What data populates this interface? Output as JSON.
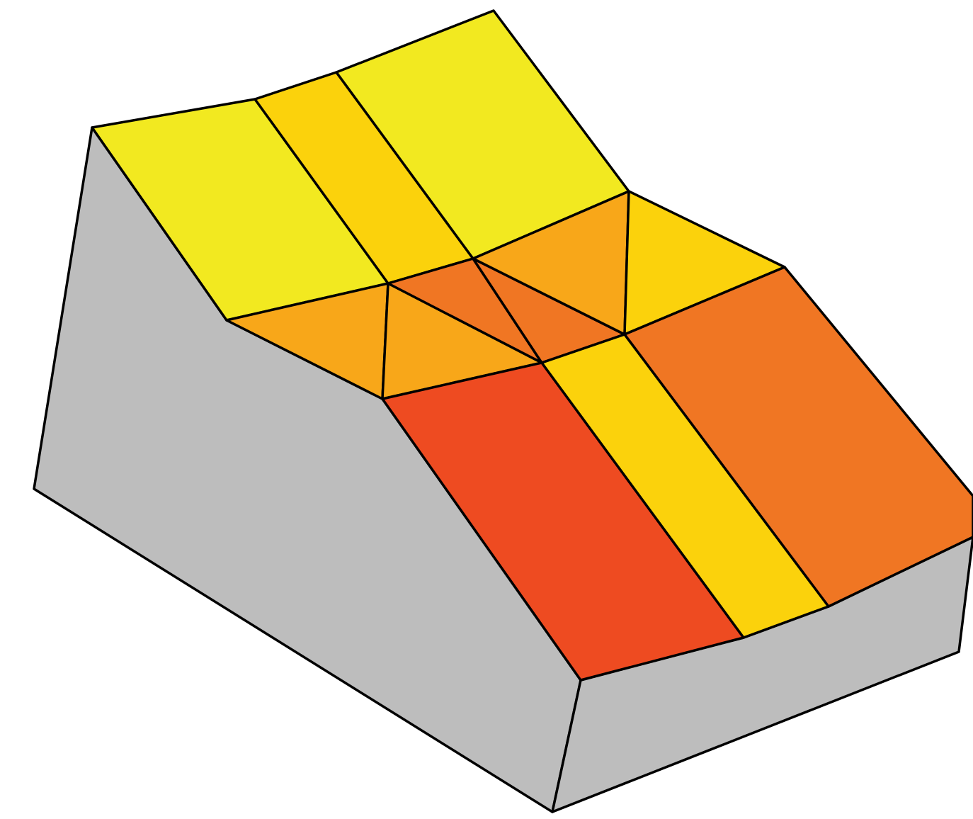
{
  "figure": {
    "palette": {
      "side_gray": "#bdbdbd",
      "yellow": "#f2e920",
      "gold": "#fbd20c",
      "amber": "#f8a719",
      "orange": "#f07623",
      "red_orange": "#ee4b21",
      "outline": "#000000"
    },
    "faces": [
      {
        "name": "left-side-face",
        "color": "side_gray"
      },
      {
        "name": "front-side-face",
        "color": "side_gray"
      },
      {
        "name": "upper-left-yellow-panel",
        "color": "yellow"
      },
      {
        "name": "upper-gold-strip",
        "color": "gold"
      },
      {
        "name": "upper-right-yellow-panel",
        "color": "yellow"
      },
      {
        "name": "mid-left-orange-triangle",
        "color": "amber"
      },
      {
        "name": "mid-lower-amber-triangle",
        "color": "amber"
      },
      {
        "name": "center-left-triangle",
        "color": "orange"
      },
      {
        "name": "center-right-triangle",
        "color": "orange"
      },
      {
        "name": "mid-upper-amber-triangle",
        "color": "amber"
      },
      {
        "name": "right-gold-triangle",
        "color": "gold"
      },
      {
        "name": "lower-left-red-panel",
        "color": "red_orange"
      },
      {
        "name": "lower-gold-strip",
        "color": "gold"
      },
      {
        "name": "lower-right-orange-panel",
        "color": "orange"
      }
    ]
  }
}
